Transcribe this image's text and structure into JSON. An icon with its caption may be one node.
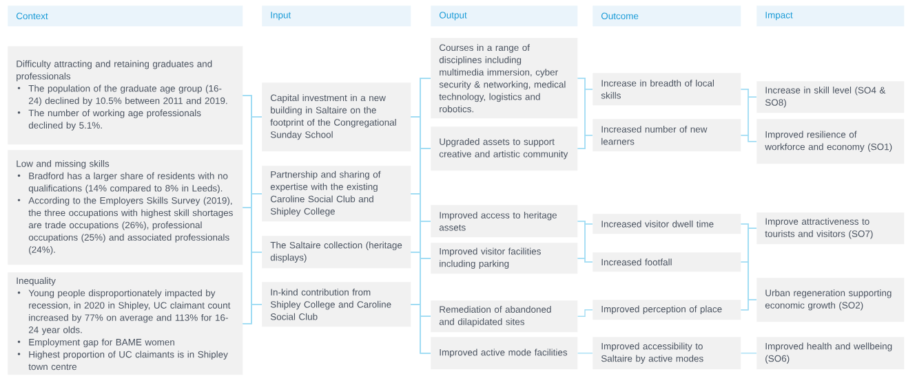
{
  "diagram": {
    "nodes": [
      {
        "text": [
          "Context"
        ]
      },
      {
        "text": [
          "Input"
        ]
      },
      {
        "text": [
          "Output"
        ]
      },
      {
        "text": [
          "Outcome"
        ]
      },
      {
        "text": [
          "Impact"
        ]
      },
      {
        "text": [
          "Difficulty attracting and retaining graduates and professionals",
          "The population of the graduate age group (16-24) declined by 10.5% between 2011 and 2019.",
          "The number of working age professionals declined by 5.1%."
        ]
      },
      {
        "text": [
          "Low and missing skills",
          "Bradford has a larger share of residents with no qualifications (14% compared to 8% in Leeds).",
          "According to the Employers Skills Survey (2019), the three occupations with highest skill shortages are trade occupations (26%), professional occupations (25%) and associated professionals (24%)."
        ]
      },
      {
        "text": [
          "Inequality",
          "Young people disproportionately impacted by recession, in 2020 in Shipley, UC claimant count increased by 77% on average and 113% for 16-24 year olds.",
          "Employment gap for BAME women",
          "Highest proportion of UC claimants is in Shipley town centre"
        ]
      },
      {
        "text": [
          "Capital investment in a new building in Saltaire on the footprint of the Congregational Sunday School"
        ]
      },
      {
        "text": [
          "Partnership and sharing of expertise with the existing Caroline Social Club and Shipley College"
        ]
      },
      {
        "text": [
          "The Saltaire collection (heritage displays)"
        ]
      },
      {
        "text": [
          "In-kind contribution from Shipley College and Caroline Social Club"
        ]
      },
      {
        "text": [
          "Courses in a range of disciplines including multimedia immersion, cyber security & networking, medical technology, logistics and robotics."
        ]
      },
      {
        "text": [
          "Upgraded assets to support creative and artistic community"
        ]
      },
      {
        "text": [
          "Improved access to heritage assets"
        ]
      },
      {
        "text": [
          "Improved visitor facilities including parking"
        ]
      },
      {
        "text": [
          "Remediation of abandoned and dilapidated sites"
        ]
      },
      {
        "text": [
          "Improved active mode facilities"
        ]
      },
      {
        "text": [
          "Increase in breadth of local skills"
        ]
      },
      {
        "text": [
          "Increased number of new learners"
        ]
      },
      {
        "text": [
          "Increased visitor dwell time"
        ]
      },
      {
        "text": [
          "Increased footfall"
        ]
      },
      {
        "text": [
          "Improved perception of place"
        ]
      },
      {
        "text": [
          "Improved accessibility to Saltaire by active modes"
        ]
      },
      {
        "text": [
          "Increase in skill level (SO4 & SO8)"
        ]
      },
      {
        "text": [
          "Improved resilience of workforce and economy (SO1)"
        ]
      },
      {
        "text": [
          "Improve attractiveness to tourists and visitors (SO7)"
        ]
      },
      {
        "text": [
          "Urban regeneration supporting economic growth (SO2)"
        ]
      },
      {
        "text": [
          "Improved health and wellbeing (SO6)"
        ]
      }
    ],
    "edges": [
      {
        "from": 5,
        "to": 8,
        "arrow": "none"
      },
      {
        "from": 5,
        "to": 9,
        "arrow": "none"
      },
      {
        "from": 5,
        "to": 10,
        "arrow": "none"
      },
      {
        "from": 5,
        "to": 11,
        "arrow": "none"
      },
      {
        "from": 6,
        "to": 8,
        "arrow": "none"
      },
      {
        "from": 6,
        "to": 9,
        "arrow": "none"
      },
      {
        "from": 6,
        "to": 10,
        "arrow": "none"
      },
      {
        "from": 6,
        "to": 11,
        "arrow": "none"
      },
      {
        "from": 7,
        "to": 8,
        "arrow": "none"
      },
      {
        "from": 7,
        "to": 9,
        "arrow": "none"
      },
      {
        "from": 7,
        "to": 10,
        "arrow": "none"
      },
      {
        "from": 7,
        "to": 11,
        "arrow": "none"
      },
      {
        "from": 8,
        "to": 12,
        "arrow": "none"
      },
      {
        "from": 8,
        "to": 13,
        "arrow": "none"
      },
      {
        "from": 8,
        "to": 14,
        "arrow": "none"
      },
      {
        "from": 8,
        "to": 15,
        "arrow": "none"
      },
      {
        "from": 8,
        "to": 16,
        "arrow": "none"
      },
      {
        "from": 8,
        "to": 17,
        "arrow": "none"
      },
      {
        "from": 9,
        "to": 12,
        "arrow": "none"
      },
      {
        "from": 9,
        "to": 13,
        "arrow": "none"
      },
      {
        "from": 9,
        "to": 14,
        "arrow": "none"
      },
      {
        "from": 9,
        "to": 15,
        "arrow": "none"
      },
      {
        "from": 9,
        "to": 16,
        "arrow": "none"
      },
      {
        "from": 9,
        "to": 17,
        "arrow": "none"
      },
      {
        "from": 10,
        "to": 12,
        "arrow": "none"
      },
      {
        "from": 10,
        "to": 13,
        "arrow": "none"
      },
      {
        "from": 10,
        "to": 14,
        "arrow": "none"
      },
      {
        "from": 10,
        "to": 15,
        "arrow": "none"
      },
      {
        "from": 10,
        "to": 16,
        "arrow": "none"
      },
      {
        "from": 10,
        "to": 17,
        "arrow": "none"
      },
      {
        "from": 11,
        "to": 12,
        "arrow": "none"
      },
      {
        "from": 11,
        "to": 13,
        "arrow": "none"
      },
      {
        "from": 11,
        "to": 14,
        "arrow": "none"
      },
      {
        "from": 11,
        "to": 15,
        "arrow": "none"
      },
      {
        "from": 11,
        "to": 16,
        "arrow": "none"
      },
      {
        "from": 11,
        "to": 17,
        "arrow": "none"
      },
      {
        "from": 12,
        "to": 18,
        "arrow": "none"
      },
      {
        "from": 12,
        "to": 19,
        "arrow": "none"
      },
      {
        "from": 13,
        "to": 18,
        "arrow": "none"
      },
      {
        "from": 13,
        "to": 19,
        "arrow": "none"
      },
      {
        "from": 14,
        "to": 20,
        "arrow": "none"
      },
      {
        "from": 14,
        "to": 21,
        "arrow": "none"
      },
      {
        "from": 15,
        "to": 20,
        "arrow": "none"
      },
      {
        "from": 15,
        "to": 21,
        "arrow": "none"
      },
      {
        "from": 16,
        "to": 22,
        "arrow": "none"
      },
      {
        "from": 17,
        "to": 23,
        "arrow": "none"
      },
      {
        "from": 18,
        "to": 24,
        "arrow": "none"
      },
      {
        "from": 18,
        "to": 25,
        "arrow": "none"
      },
      {
        "from": 19,
        "to": 24,
        "arrow": "none"
      },
      {
        "from": 19,
        "to": 25,
        "arrow": "none"
      },
      {
        "from": 20,
        "to": 26,
        "arrow": "none"
      },
      {
        "from": 20,
        "to": 27,
        "arrow": "none"
      },
      {
        "from": 21,
        "to": 26,
        "arrow": "none"
      },
      {
        "from": 21,
        "to": 27,
        "arrow": "none"
      },
      {
        "from": 22,
        "to": 26,
        "arrow": "none"
      },
      {
        "from": 22,
        "to": 27,
        "arrow": "none"
      },
      {
        "from": 23,
        "to": 28,
        "arrow": "none"
      }
    ]
  }
}
